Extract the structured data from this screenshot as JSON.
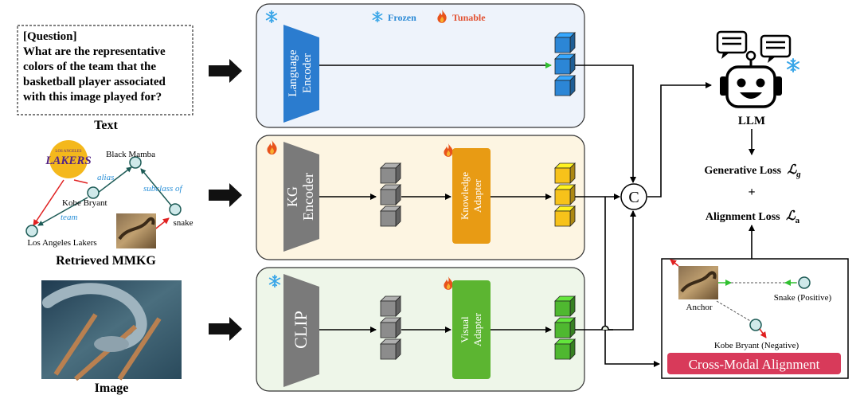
{
  "legend": {
    "frozen": "Frozen",
    "tunable": "Tunable"
  },
  "question": {
    "header": "[Question]",
    "lines": [
      "What are the representative",
      "colors of the team that the",
      "basketball player associated",
      "with this image played for?"
    ]
  },
  "captions": {
    "text": "Text",
    "mmkg": "Retrieved MMKG",
    "image": "Image"
  },
  "kg": {
    "logo": "LAKERS",
    "logo_top": "LOS ANGELES",
    "nodes": {
      "black_mamba": "Black Mamba",
      "kobe": "Kobe Bryant",
      "snake": "snake",
      "lakers": "Los Angeles Lakers"
    },
    "edges": {
      "alias": "alias",
      "subclass": "subclass of",
      "team": "team"
    }
  },
  "modules": {
    "language_encoder": [
      "Language",
      "Encoder"
    ],
    "kg_encoder": [
      "KG",
      "Encoder"
    ],
    "clip": "CLIP",
    "knowledge_adapter": [
      "Knowledge",
      "Adapter"
    ],
    "visual_adapter": [
      "Visual",
      "Adapter"
    ],
    "concat": "C"
  },
  "llm": {
    "label": "LLM"
  },
  "losses": {
    "generative": "Generative Loss",
    "generative_sym": "ℒ",
    "generative_sub": "g",
    "plus": "+",
    "alignment": "Alignment Loss",
    "alignment_sym": "ℒ",
    "alignment_sub": "a"
  },
  "alignment_panel": {
    "anchor": "Anchor",
    "positive": "Snake (Positive)",
    "negative": "Kobe Bryant (Negative)",
    "button": "Cross-Modal Alignment"
  },
  "colors": {
    "blue_panel": "#eef3fb",
    "yellow_panel": "#fdf5e2",
    "green_panel": "#eef6e9",
    "encoder_blue": "#2b7ccf",
    "encoder_gray": "#7a7a7a",
    "adapter_orange": "#e89b14",
    "adapter_green": "#5cb531",
    "cube_blue": "#2c86d6",
    "cube_yellow": "#f7c21a",
    "cube_green": "#4fb830",
    "cube_gray": "#8c8c8c",
    "alignment_red": "#d83a5a",
    "edge_red": "#e02020",
    "edge_green": "#30c030",
    "snowflake": "#3aa6e8",
    "flame": "#e8531c"
  }
}
